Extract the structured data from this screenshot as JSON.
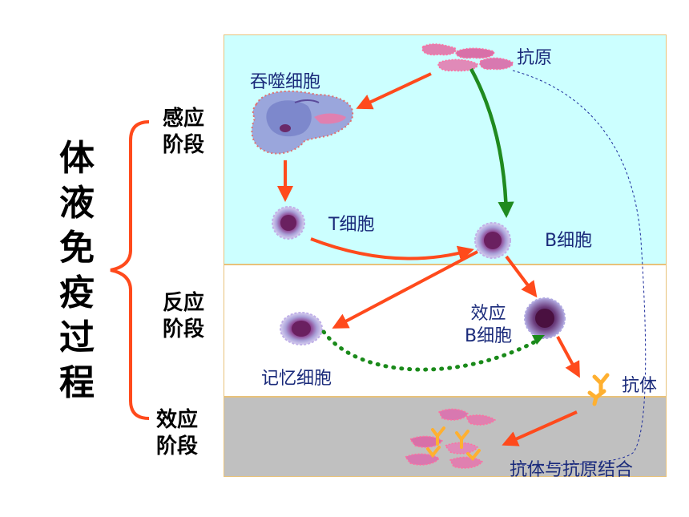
{
  "title_chars": [
    "体",
    "液",
    "免",
    "疫",
    "过",
    "程"
  ],
  "stages": {
    "sensing": [
      "感应",
      "阶段"
    ],
    "reaction": [
      "反应",
      "阶段"
    ],
    "effect": [
      "效应",
      "阶段"
    ]
  },
  "labels": {
    "antigen": "抗原",
    "phagocyte": "吞噬细胞",
    "t_cell": "T细胞",
    "b_cell": "B细胞",
    "effector_b": [
      "效应",
      "B细胞"
    ],
    "memory_cell": "记忆细胞",
    "antibody": "抗体",
    "binding": "抗体与抗原结合"
  },
  "colors": {
    "stage_top": "#ccffff",
    "stage_mid": "#ffffff",
    "stage_bottom": "#c0c0c0",
    "arrow_red": "#ff4a1c",
    "arrow_green": "#1f8a1f",
    "arrow_dotted": "#1a8a1a",
    "brace": "#ff4a1c",
    "label": "#1a2a7a"
  }
}
